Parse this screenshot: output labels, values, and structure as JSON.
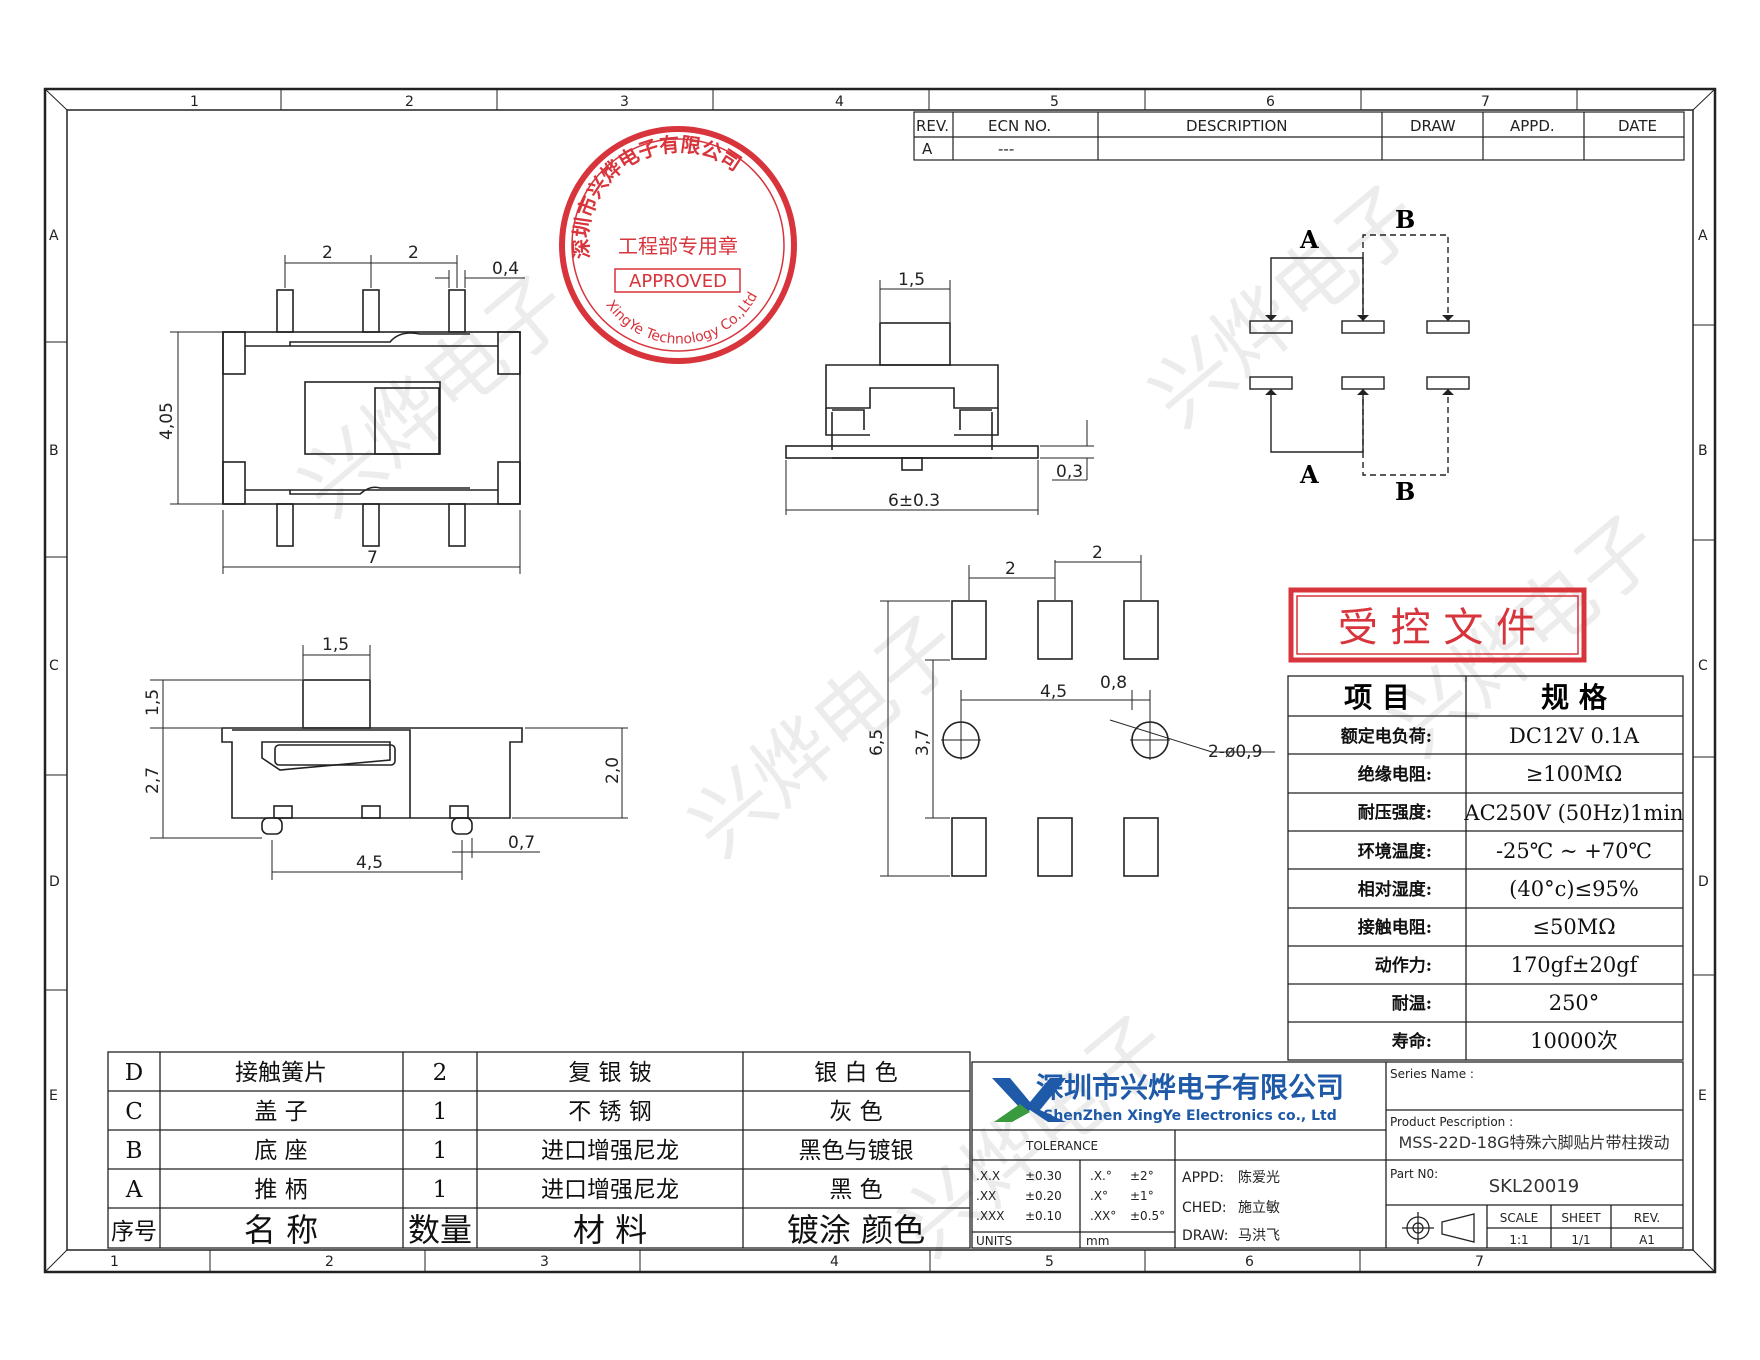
{
  "zones": {
    "columns": [
      "1",
      "2",
      "3",
      "4",
      "5",
      "6",
      "7"
    ],
    "rows": [
      "A",
      "B",
      "C",
      "D",
      "E"
    ]
  },
  "revision_block": {
    "headers": [
      "REV.",
      "ECN  NO.",
      "DESCRIPTION",
      "DRAW",
      "APPD.",
      "DATE"
    ],
    "row": {
      "rev": "A",
      "ecn": "---"
    }
  },
  "stamp": {
    "company": "深圳市兴烨电子有限公司",
    "dept": "工程部专用章",
    "approved": "APPROVED",
    "english": "XingYe Technology Co.,Ltd"
  },
  "controlled_stamp": "受 控 文 件",
  "dimensions": {
    "top_pitch_1": "2",
    "top_pitch_2": "2",
    "top_pin": "0,4",
    "top_height": "4,05",
    "top_width": "7",
    "side_knob": "1,5",
    "side_offset": "0,3",
    "side_width": "6±0.3",
    "front_knob": "1,5",
    "front_knob_h": "1,5",
    "front_body_h": "2,7",
    "front_total_h": "2,0",
    "front_pitch": "4,5",
    "front_pin": "0,7",
    "pad_pitch_1": "2",
    "pad_pitch_2": "2",
    "pad_span": "6,5",
    "pad_hole_y": "3,7",
    "pad_hole_x": "4,5",
    "pad_hole_off": "0,8",
    "pad_hole_dia": "2-ø0,9"
  },
  "schematic": {
    "a": "A",
    "b": "B"
  },
  "spec_table": {
    "header": [
      "项   目",
      "规   格"
    ],
    "rows": [
      {
        "k": "额定电负荷:",
        "v": "DC12V 0.1A"
      },
      {
        "k": "绝缘电阻:",
        "v": "≥100MΩ"
      },
      {
        "k": "耐压强度:",
        "v": "AC250V (50Hz)1min"
      },
      {
        "k": "环境温度:",
        "v": "-25℃  ~ +70℃"
      },
      {
        "k": "相对湿度:",
        "v": "(40°c)≤95%"
      },
      {
        "k": "接触电阻:",
        "v": "≤50MΩ"
      },
      {
        "k": "动作力:",
        "v": "170gf±20gf"
      },
      {
        "k": "耐温:",
        "v": "250°"
      },
      {
        "k": "寿命:",
        "v": "10000次"
      }
    ]
  },
  "bom": {
    "header": [
      "序号",
      "名   称",
      "数量",
      "材      料",
      "镀涂 颜色"
    ],
    "rows": [
      {
        "id": "D",
        "name": "接触簧片",
        "qty": "2",
        "mat": "复 银 铍",
        "color": "银 白 色"
      },
      {
        "id": "C",
        "name": "盖    子",
        "qty": "1",
        "mat": "不 锈 钢",
        "color": "灰    色"
      },
      {
        "id": "B",
        "name": "底    座",
        "qty": "1",
        "mat": "进口增强尼龙",
        "color": "黑色与镀银"
      },
      {
        "id": "A",
        "name": "推    柄",
        "qty": "1",
        "mat": "进口增强尼龙",
        "color": "黑    色"
      }
    ]
  },
  "title_block": {
    "company_cn": "深圳市兴烨电子有限公司",
    "company_en": "ShenZhen XingYe Electronics co., Ltd",
    "tolerance": "TOLERANCE",
    "tol_rows": [
      {
        "a": ".X.X",
        "b": "±0.30",
        "c": ".X.°",
        "d": "±2°"
      },
      {
        "a": ".XX",
        "b": "±0.20",
        "c": ".X°",
        "d": "±1°"
      },
      {
        "a": ".XXX",
        "b": "±0.10",
        "c": ".XX°",
        "d": "±0.5°"
      }
    ],
    "units": "UNITS",
    "units_val": "mm",
    "appd_label": "APPD:",
    "appd": "陈爱光",
    "ched_label": "CHED:",
    "ched": "施立敏",
    "draw_label": "DRAW:",
    "draw": "马洪飞",
    "series_label": "Series Name :",
    "desc_label": "Product Pescription :",
    "desc": "MSS-22D-18G特殊六脚贴片带柱拨动",
    "part_label": "Part N0:",
    "part": "SKL20019",
    "scale_label": "SCALE",
    "scale": "1:1",
    "sheet_label": "SHEET",
    "sheet": "1/1",
    "rev_label": "REV.",
    "rev": "A1"
  },
  "watermark": "兴烨电子",
  "colors": {
    "stamp_red": "#d8343c",
    "logo_blue": "#1e5aa8",
    "logo_green": "#3a9a3e"
  }
}
